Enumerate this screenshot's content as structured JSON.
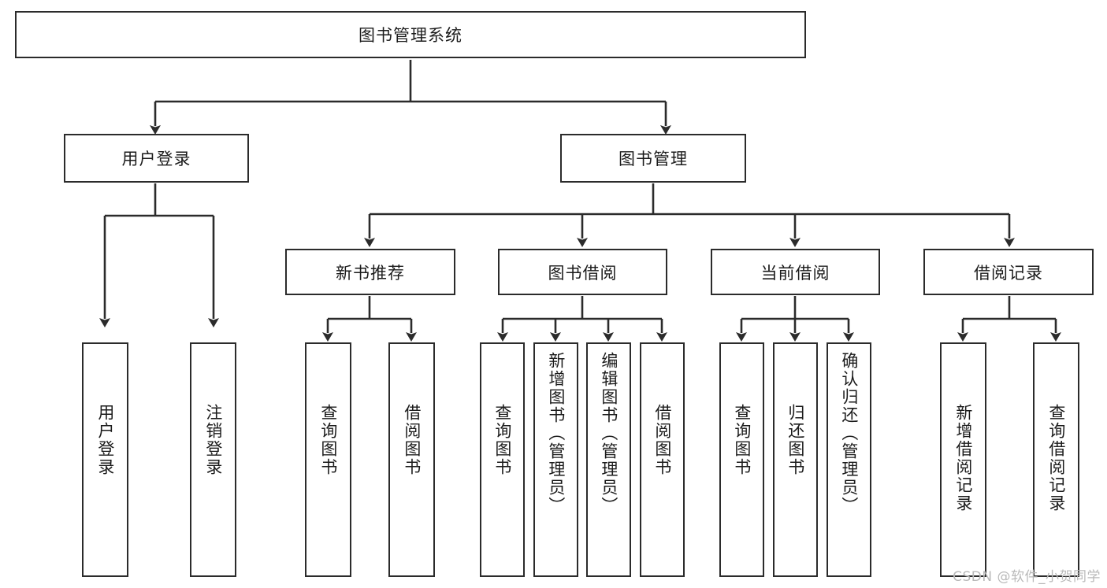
{
  "diagram": {
    "type": "tree-hierarchy-diagram",
    "title": "图书管理系统",
    "background_color": "#ffffff",
    "stroke_color": "#2b2b2b",
    "text_color": "#1b1b1b",
    "root": {
      "label": "图书管理系统",
      "children": [
        {
          "label": "用户登录",
          "children": [
            {
              "label": "用户登录"
            },
            {
              "label": "注销登录"
            }
          ]
        },
        {
          "label": "图书管理",
          "children": [
            {
              "label": "新书推荐",
              "children": [
                {
                  "label": "查询图书"
                },
                {
                  "label": "借阅图书"
                }
              ]
            },
            {
              "label": "图书借阅",
              "children": [
                {
                  "label": "查询图书"
                },
                {
                  "label": "新增图书（管理员）"
                },
                {
                  "label": "编辑图书（管理员）"
                },
                {
                  "label": "借阅图书"
                }
              ]
            },
            {
              "label": "当前借阅",
              "children": [
                {
                  "label": "查询图书"
                },
                {
                  "label": "归还图书"
                },
                {
                  "label": "确认归还（管理员）"
                }
              ]
            },
            {
              "label": "借阅记录",
              "children": [
                {
                  "label": "新增借阅记录"
                },
                {
                  "label": "查询借阅记录"
                }
              ]
            }
          ]
        }
      ]
    }
  },
  "watermark": {
    "text": "CSDN @软件_小贺同学",
    "color": "#b9b9b9"
  }
}
